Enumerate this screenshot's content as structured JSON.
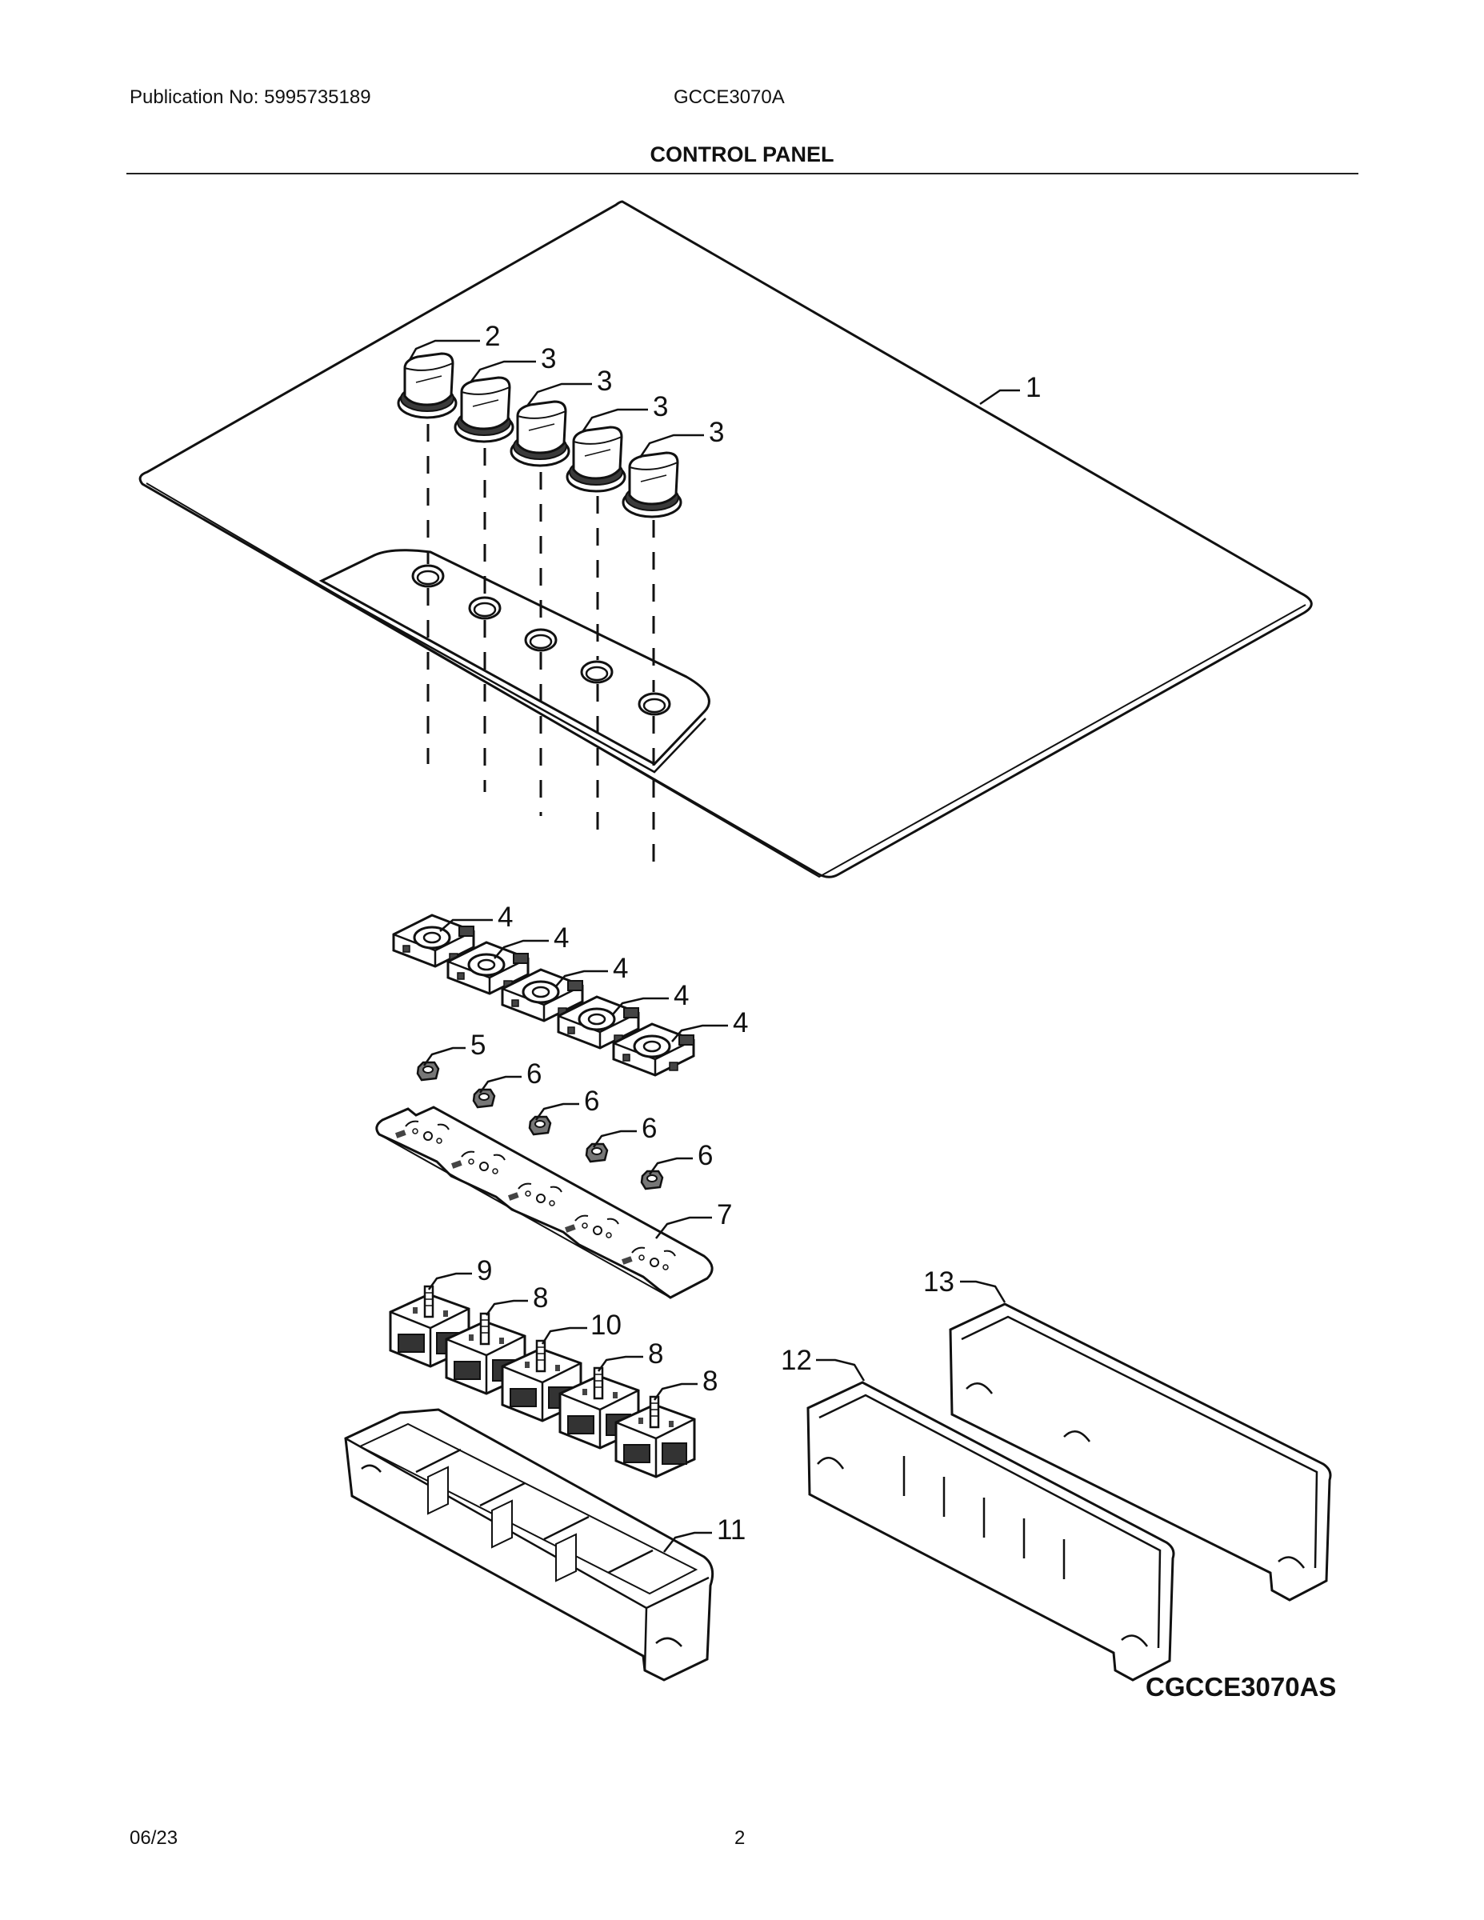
{
  "header": {
    "publication": "Publication No: 5995735189",
    "model": "GCCE3070A",
    "title": "CONTROL PANEL"
  },
  "diagram": {
    "callouts": [
      "1",
      "2",
      "3",
      "3",
      "3",
      "3",
      "4",
      "4",
      "4",
      "4",
      "4",
      "5",
      "6",
      "6",
      "6",
      "6",
      "7",
      "8",
      "8",
      "8",
      "9",
      "10",
      "11",
      "12",
      "13"
    ]
  },
  "image_code": "CGCCE3070AS",
  "footer": {
    "date": "06/23",
    "page": "2"
  }
}
